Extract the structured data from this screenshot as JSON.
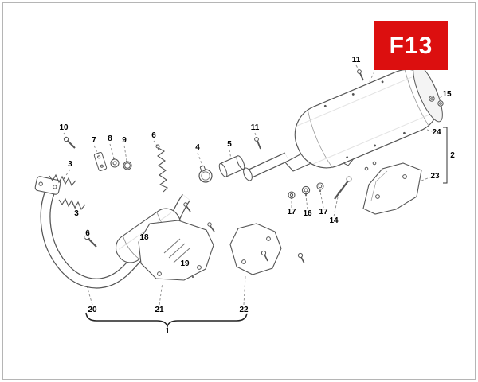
{
  "page": {
    "code_badge": "F13",
    "badge_color": "#dc0f0f",
    "background": "#ffffff",
    "border_color": "#b5b5b5"
  },
  "diagram": {
    "name": "Exhaust system exploded parts diagram",
    "callouts": [
      {
        "label": "10"
      },
      {
        "label": "7"
      },
      {
        "label": "8"
      },
      {
        "label": "9"
      },
      {
        "label": "6"
      },
      {
        "label": "4"
      },
      {
        "label": "5"
      },
      {
        "label": "11"
      },
      {
        "label": "3"
      },
      {
        "label": "3"
      },
      {
        "label": "6"
      },
      {
        "label": "18"
      },
      {
        "label": "19"
      },
      {
        "label": "20"
      },
      {
        "label": "21"
      },
      {
        "label": "22"
      },
      {
        "label": "1"
      },
      {
        "label": "17"
      },
      {
        "label": "16"
      },
      {
        "label": "17"
      },
      {
        "label": "14"
      },
      {
        "label": "11"
      },
      {
        "label": "15"
      },
      {
        "label": "24"
      },
      {
        "label": "2"
      },
      {
        "label": "23"
      }
    ]
  }
}
